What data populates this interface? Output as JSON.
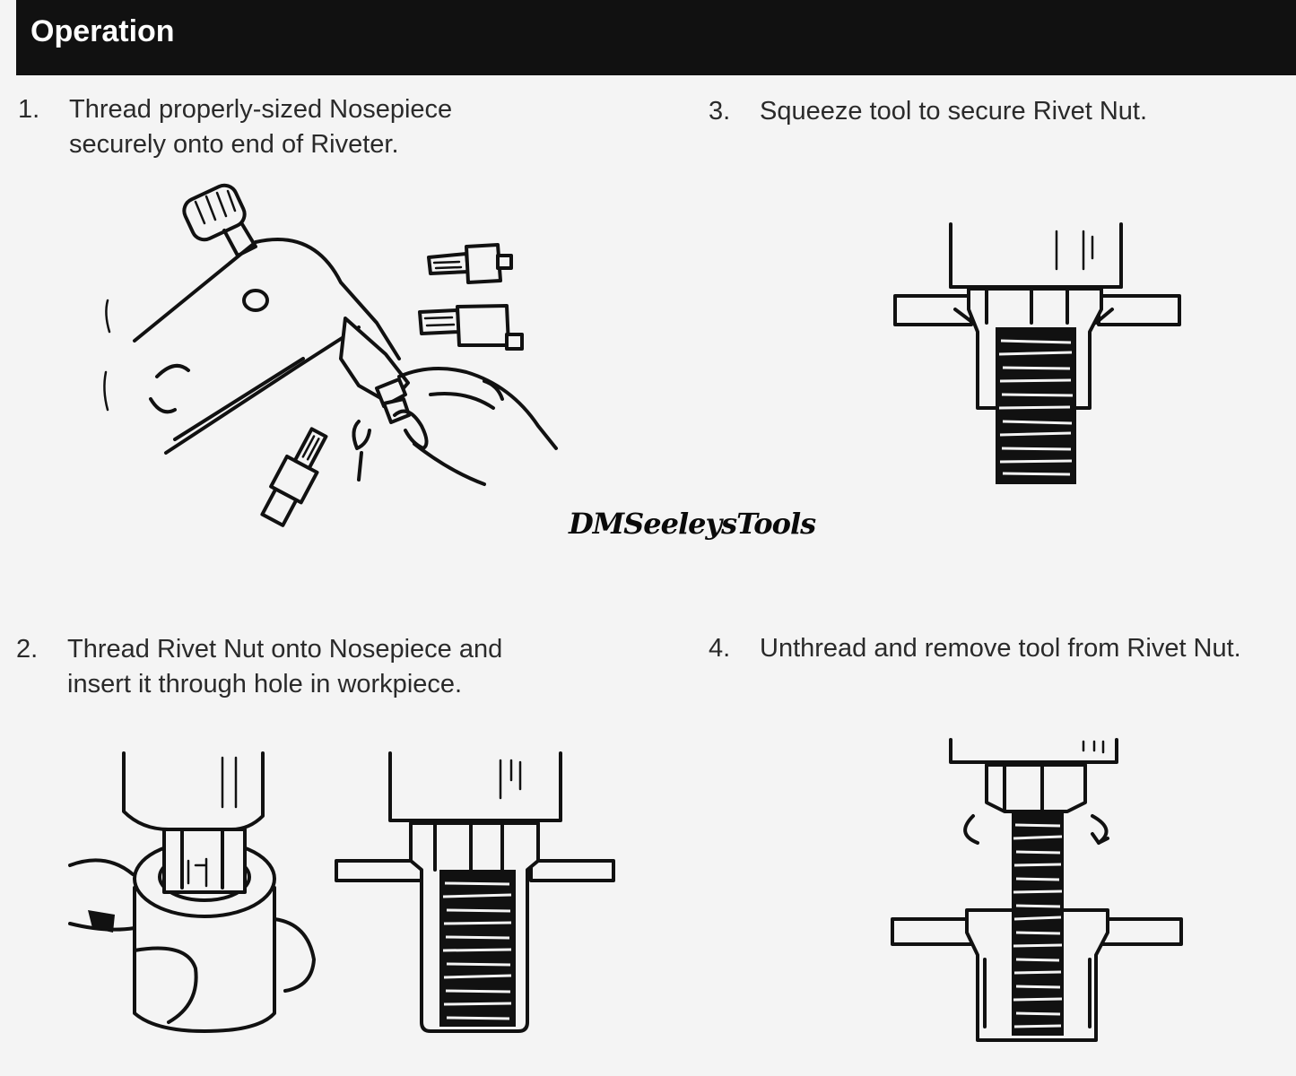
{
  "header": {
    "title": "Operation"
  },
  "steps": [
    {
      "number": "1.",
      "lines": [
        "Thread properly-sized Nosepiece",
        "securely onto end of Riveter."
      ]
    },
    {
      "number": "2.",
      "lines": [
        "Thread Rivet Nut onto Nosepiece and",
        "insert it through hole in workpiece."
      ]
    },
    {
      "number": "3.",
      "lines": [
        "Squeeze tool to secure Rivet Nut."
      ]
    },
    {
      "number": "4.",
      "lines": [
        "Unthread and remove tool from Rivet Nut."
      ]
    }
  ],
  "watermark": "DMSeeleysTools",
  "colors": {
    "header_bg": "#111111",
    "page_bg": "#f4f4f4",
    "ink": "#111111"
  }
}
